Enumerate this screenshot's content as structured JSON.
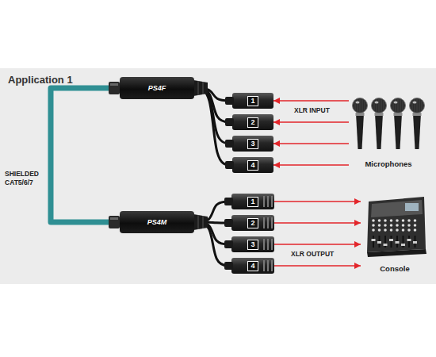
{
  "diagram": {
    "title": "Application 1",
    "nodes": [
      {
        "text": [
          "PS4F"
        ]
      },
      {
        "text": [
          "1"
        ]
      },
      {
        "text": [
          "2"
        ]
      },
      {
        "text": [
          "3"
        ]
      },
      {
        "text": [
          "4"
        ]
      },
      {
        "text": [
          "Microphones"
        ]
      },
      {
        "text": [
          "PS4M"
        ]
      },
      {
        "text": [
          "1"
        ]
      },
      {
        "text": [
          "2"
        ]
      },
      {
        "text": [
          "3"
        ]
      },
      {
        "text": [
          "4"
        ]
      },
      {
        "text": [
          "Console"
        ]
      }
    ],
    "edges": [
      {
        "from": 0,
        "to": 6,
        "label": "SHIELDED CAT5/6/7",
        "arrow": "none"
      },
      {
        "from": 0,
        "to": 1,
        "arrow": "none"
      },
      {
        "from": 0,
        "to": 2,
        "arrow": "none"
      },
      {
        "from": 0,
        "to": 3,
        "arrow": "none"
      },
      {
        "from": 0,
        "to": 4,
        "arrow": "none"
      },
      {
        "from": 5,
        "to": 1,
        "arrow": "to"
      },
      {
        "from": 5,
        "to": 2,
        "arrow": "to"
      },
      {
        "from": 5,
        "to": 3,
        "arrow": "to"
      },
      {
        "from": 5,
        "to": 4,
        "arrow": "to"
      },
      {
        "from": 6,
        "to": 7,
        "arrow": "none"
      },
      {
        "from": 6,
        "to": 8,
        "arrow": "none"
      },
      {
        "from": 6,
        "to": 9,
        "arrow": "none"
      },
      {
        "from": 6,
        "to": 10,
        "arrow": "none"
      },
      {
        "from": 7,
        "to": 11,
        "arrow": "to"
      },
      {
        "from": 8,
        "to": 11,
        "arrow": "to"
      },
      {
        "from": 9,
        "to": 11,
        "arrow": "to"
      },
      {
        "from": 10,
        "to": 11,
        "arrow": "to"
      }
    ],
    "labels": [
      "XLR INPUT",
      "XLR OUTPUT"
    ]
  }
}
